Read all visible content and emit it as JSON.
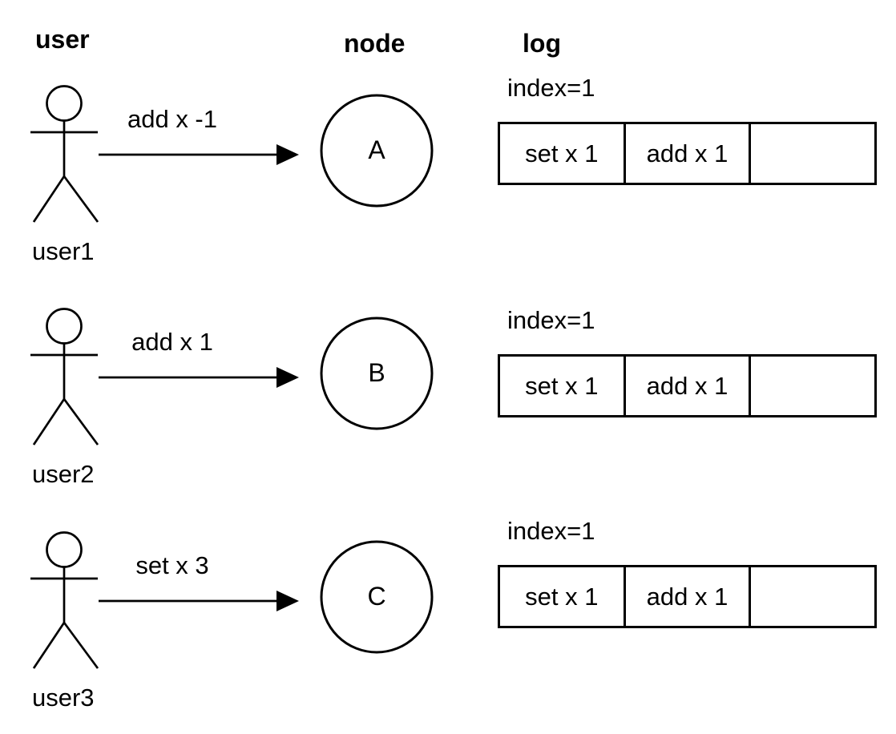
{
  "columns": {
    "user": "user",
    "node": "node",
    "log": "log"
  },
  "rows": [
    {
      "user": "user1",
      "command": "add x -1",
      "node": "A",
      "index_label": "index=1",
      "log_cells": [
        "set x 1",
        "add x 1",
        ""
      ]
    },
    {
      "user": "user2",
      "command": "add x 1",
      "node": "B",
      "index_label": "index=1",
      "log_cells": [
        "set x 1",
        "add x 1",
        ""
      ]
    },
    {
      "user": "user3",
      "command": "set x 3",
      "node": "C",
      "index_label": "index=1",
      "log_cells": [
        "set x 1",
        "add x 1",
        ""
      ]
    }
  ],
  "colors": {
    "ink": "#000000",
    "background": "#ffffff"
  }
}
